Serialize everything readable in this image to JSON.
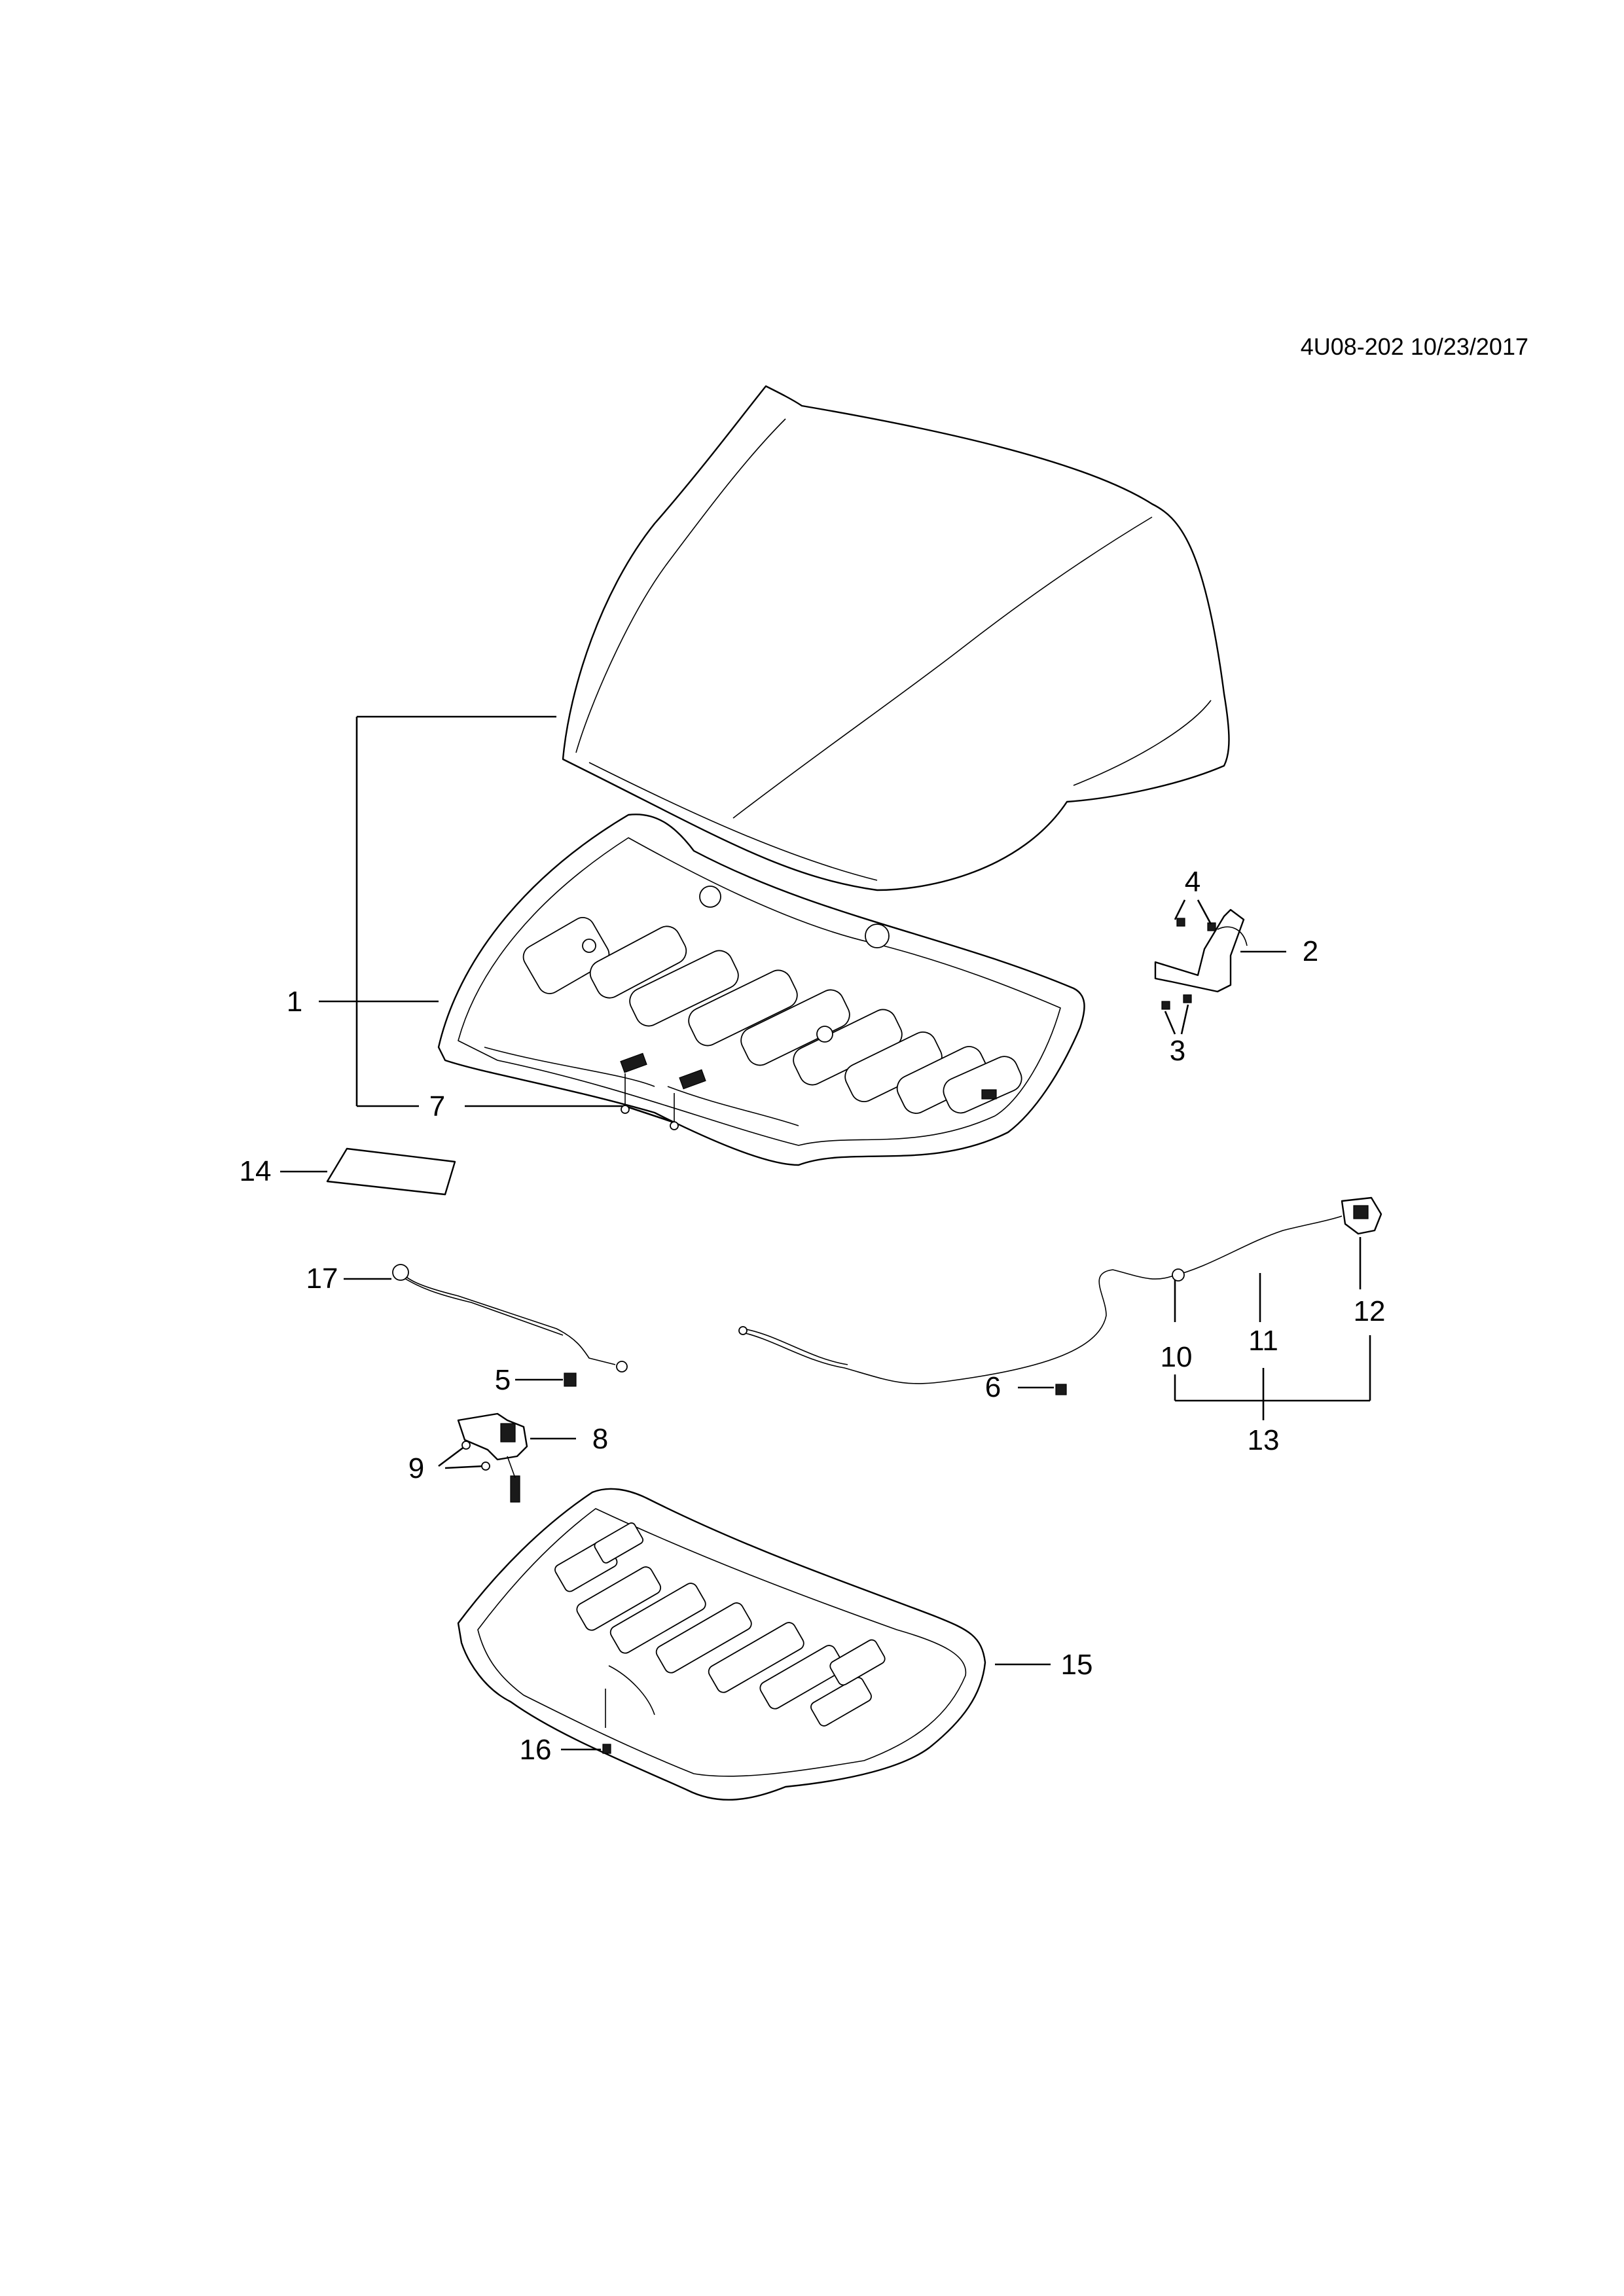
{
  "header": {
    "drawing_code": "4U08-202 10/23/2017"
  },
  "callouts": {
    "c1": "1",
    "c2": "2",
    "c3": "3",
    "c4": "4",
    "c5": "5",
    "c6": "6",
    "c7": "7",
    "c8": "8",
    "c9": "9",
    "c10": "10",
    "c11": "11",
    "c12": "12",
    "c13": "13",
    "c14": "14",
    "c15": "15",
    "c16": "16",
    "c17": "17"
  }
}
